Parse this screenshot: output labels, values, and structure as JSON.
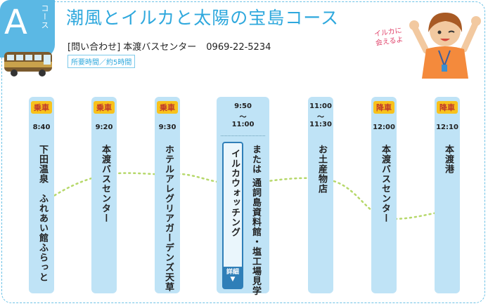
{
  "course": {
    "letter": "A",
    "sub_label": "コース"
  },
  "title": "潮風とイルカと太陽の宝島コース",
  "contact": {
    "label": "[問い合わせ] 本渡バスセンター",
    "phone": "0969-22-5234"
  },
  "duration": "所要時間／約5時間",
  "speech": "イルカに\n会えるよ",
  "stops": [
    {
      "tag": "乗車",
      "time": "8:40",
      "name": "下田温泉　ふれあい館ふらっと"
    },
    {
      "tag": "乗車",
      "time": "9:20",
      "name": "本渡バスセンター"
    },
    {
      "tag": "乗車",
      "time": "9:30",
      "name": "ホテルアレグリアガーデンズ天草"
    },
    {
      "tag": "",
      "time_start": "9:50",
      "tilde": "〜",
      "time_end": "11:00",
      "name": "イルカウォッチング",
      "alt": "または 通詞島資料館・塩工場見学",
      "detail": "詳細",
      "detail_arrow": "▼"
    },
    {
      "tag": "",
      "time_start": "11:00",
      "tilde": "〜",
      "time_end": "11:30",
      "name": "お土産物店"
    },
    {
      "tag": "降車",
      "time": "12:00",
      "name": "本渡バスセンター"
    },
    {
      "tag": "降車",
      "time": "12:10",
      "name": "本渡港"
    }
  ],
  "colors": {
    "accent": "#2ea8dd",
    "column": "#bfe3f6",
    "tag": "#f8c21c",
    "tag_text": "#c0392b",
    "detail": "#2f7fb8"
  }
}
